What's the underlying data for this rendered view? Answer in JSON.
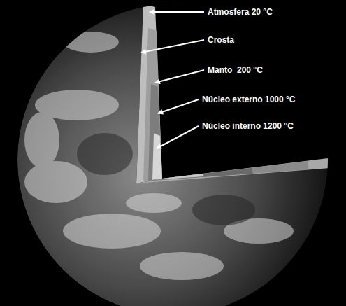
{
  "diagram": {
    "labels": [
      "Atmosfera 20 °C",
      "Crosta",
      "Manto  200 °C",
      "Núcleo externo 1000 °C",
      "Núcleo interno 1200 °C"
    ]
  }
}
